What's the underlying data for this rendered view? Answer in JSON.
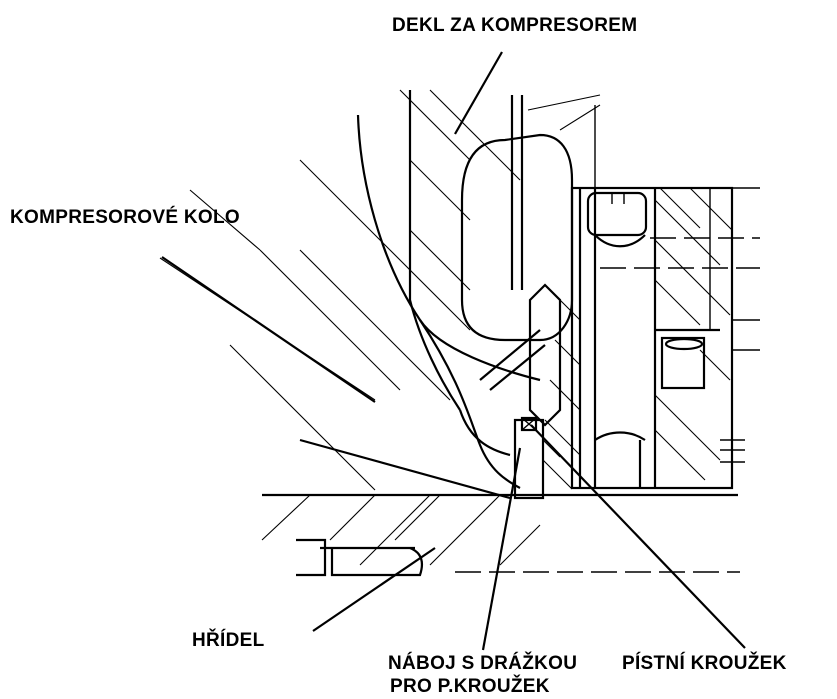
{
  "labels": {
    "cover": "DEKL ZA KOMPRESOREM",
    "compressor_wheel": "KOMPRESOROVÉ KOLO",
    "shaft": "HŘÍDEL",
    "hub_line1": "NÁBOJ S DRÁŽKOU",
    "hub_line2": "PRO P.KROUŽEK",
    "piston_ring": "PÍSTNÍ KROUŽEK"
  }
}
